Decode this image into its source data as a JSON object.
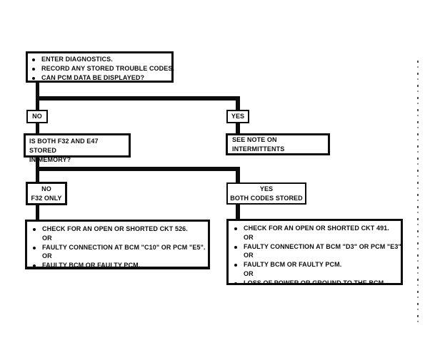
{
  "colors": {
    "ink": "#0d0d0d",
    "paper": "#ffffff"
  },
  "flowchart": {
    "start_box": {
      "bullets": [
        "ENTER DIAGNOSTICS.",
        "RECORD ANY STORED TROUBLE CODES.",
        "CAN PCM DATA BE DISPLAYED?"
      ]
    },
    "no_label": "NO",
    "yes_label": "YES",
    "question_box": {
      "lines": [
        "IS BOTH F32 AND E47 STORED",
        "IN MEMORY?"
      ]
    },
    "intermittents_box": {
      "text": "SEE NOTE ON INTERMITTENTS"
    },
    "no_branch_box": {
      "lines": [
        "NO",
        "F32 ONLY"
      ]
    },
    "yes_branch_box": {
      "lines": [
        "YES",
        "BOTH CODES STORED"
      ]
    },
    "left_actions_box": {
      "rows": [
        "CHECK FOR AN OPEN OR SHORTED CKT 526.",
        "OR",
        "FAULTY CONNECTION AT BCM \"C10\" OR PCM \"E5\".",
        "OR",
        "FAULTY BCM OR FAULTY PCM."
      ]
    },
    "right_actions_box": {
      "rows": [
        "CHECK FOR AN OPEN OR SHORTED CKT 491.",
        "OR",
        "FAULTY CONNECTION AT BCM \"D3\" OR PCM \"E3\".",
        "OR",
        "FAULTY BCM OR FAULTY PCM.",
        "OR",
        "LOSS OF POWER OR GROUND TO THE BCM."
      ]
    }
  }
}
